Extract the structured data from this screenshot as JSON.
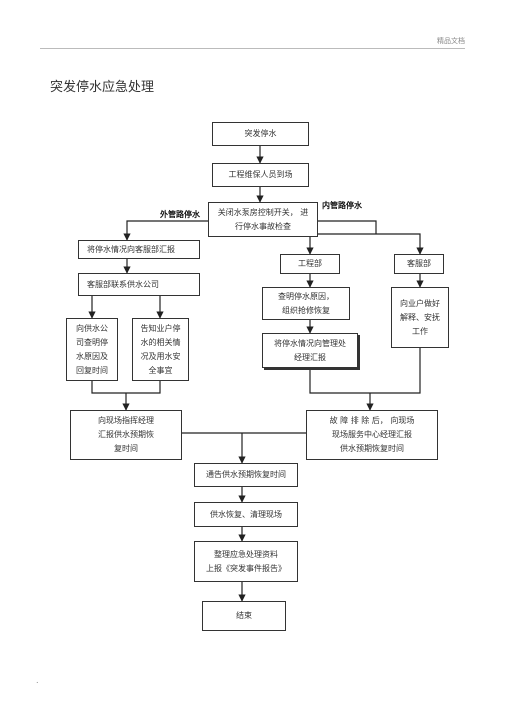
{
  "header": {
    "tag": "精品文档"
  },
  "title": "突发停水应急处理",
  "labels": {
    "outer": "外管路停水",
    "inner": "内管路停水"
  },
  "nodes": {
    "start": "突发停水",
    "arrive": "工程维保人员到场",
    "check": "关闭水泵房控制开关，  进\n行停水事故检查",
    "report_cs": "将停水情况向客服部汇报",
    "contact_water": "客服部联系供水公司",
    "ask_water": "向供水公\n司查明停\n水原因及\n回复时间",
    "notify_owner": "告知业户停\n水的相关情\n况及用水安\n全事宜",
    "eng_dept": "工程部",
    "cs_dept": "客服部",
    "find_cause": "查明停水原因，\n组织抢修恢复",
    "explain": "向业户做好\n解释、安抚\n工作",
    "report_mgmt": "将停水情况向管理处\n经理汇报",
    "report_time": "向现场指挥经理\n汇报供水预期恢\n复时间",
    "after_fix": "故 障 排 除 后，  向现场\n现场服务中心经理汇报\n供水预期恢复时间",
    "notify_time": "通告供水预期恢复时间",
    "restore": "供水恢复、清理现场",
    "organize": "整理应急处理资料\n上报《突发事件报告》",
    "end": "结束"
  },
  "footer": {
    "mark": "."
  }
}
